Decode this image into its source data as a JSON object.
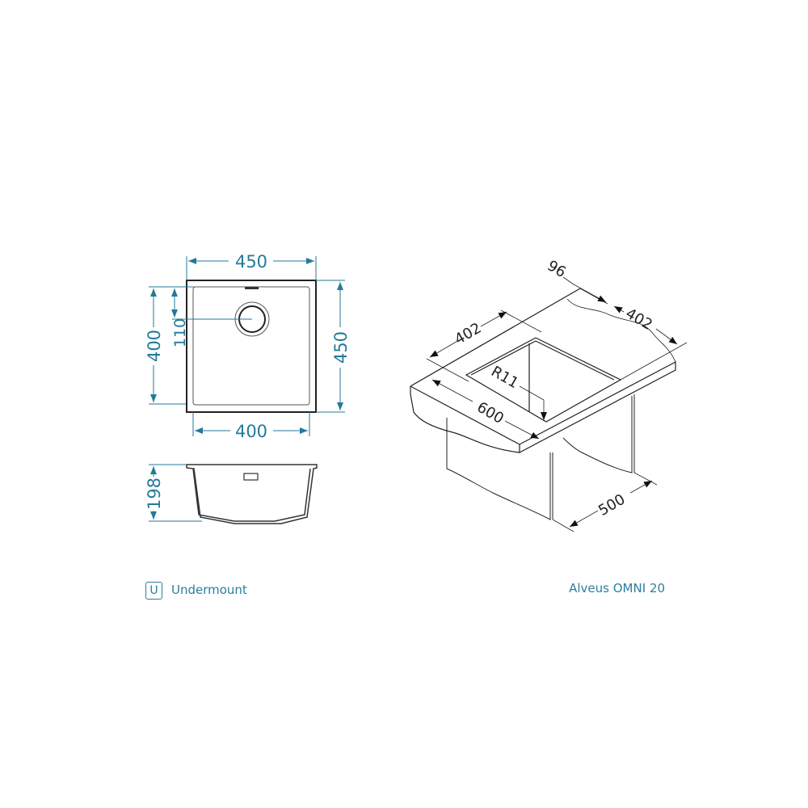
{
  "colors": {
    "dimension": "#237a9a",
    "outline": "#222222"
  },
  "top_view": {
    "width_outer": "450",
    "width_inner": "400",
    "depth_inner": "400",
    "drain_offset": "110",
    "depth_outer": "450"
  },
  "side_view": {
    "height": "198"
  },
  "iso_view": {
    "back_offset": "96",
    "cutout_width": "402",
    "cutout_depth": "402",
    "counter_depth": "600",
    "radius": "R11",
    "cabinet_width": "500"
  },
  "footer": {
    "mount_badge": "U",
    "mount_type": "Undermount",
    "model": "Alveus OMNI 20"
  }
}
